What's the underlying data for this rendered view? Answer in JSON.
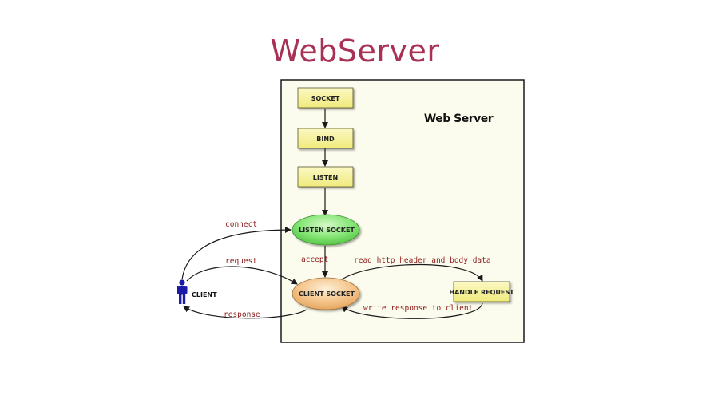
{
  "slide": {
    "title": "WebServer"
  },
  "diagram": {
    "server_label": "Web Server",
    "nodes": {
      "socket": "SOCKET",
      "bind": "BIND",
      "listen": "LISTEN",
      "listen_socket": "LISTEN SOCKET",
      "client_socket": "CLIENT SOCKET",
      "handle_request": "HANDLE REQUEST",
      "client": "CLIENT"
    },
    "edges": {
      "connect": "connect",
      "request": "request",
      "accept": "accept",
      "read": "read http header and body data",
      "write": "write response to client",
      "response": "response"
    },
    "colors": {
      "title": "#a83256",
      "server_bg": "#fcfcee",
      "box_fill": "#f7f29a",
      "listen_socket_fill": "#86e676",
      "client_socket_fill": "#f5c68c",
      "client_figure": "#1a1aa6",
      "edge_label": "#8b1a1a"
    },
    "icons": [
      "person-icon"
    ]
  }
}
